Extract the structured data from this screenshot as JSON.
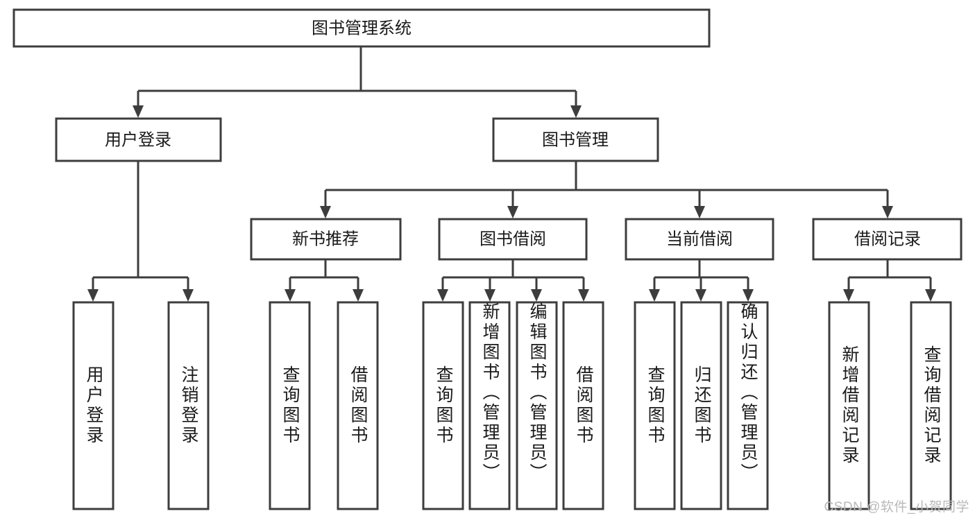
{
  "diagram": {
    "type": "tree",
    "title": "图书管理系统",
    "watermark": "CSDN @软件_小贺同学",
    "colors": {
      "stroke": "#3d3d3d",
      "fill": "#ffffff",
      "text": "#1a1a1a",
      "watermark": "#b9b9b9"
    },
    "levels": {
      "root": {
        "label": "图书管理系统"
      },
      "level2": [
        {
          "label": "用户登录"
        },
        {
          "label": "图书管理"
        }
      ],
      "level3": [
        {
          "label": "新书推荐"
        },
        {
          "label": "图书借阅"
        },
        {
          "label": "当前借阅"
        },
        {
          "label": "借阅记录"
        }
      ],
      "leaves": [
        {
          "label": "用户登录",
          "parent": "用户登录"
        },
        {
          "label": "注销登录",
          "parent": "用户登录"
        },
        {
          "label": "查询图书",
          "parent": "新书推荐"
        },
        {
          "label": "借阅图书",
          "parent": "新书推荐"
        },
        {
          "label": "查询图书",
          "parent": "图书借阅"
        },
        {
          "label": "新增图书（管理员）",
          "parent": "图书借阅"
        },
        {
          "label": "编辑图书（管理员）",
          "parent": "图书借阅"
        },
        {
          "label": "借阅图书",
          "parent": "图书借阅"
        },
        {
          "label": "查询图书",
          "parent": "当前借阅"
        },
        {
          "label": "归还图书",
          "parent": "当前借阅"
        },
        {
          "label": "确认归还（管理员）",
          "parent": "当前借阅"
        },
        {
          "label": "新增借阅记录",
          "parent": "借阅记录"
        },
        {
          "label": "查询借阅记录",
          "parent": "借阅记录"
        }
      ]
    }
  }
}
